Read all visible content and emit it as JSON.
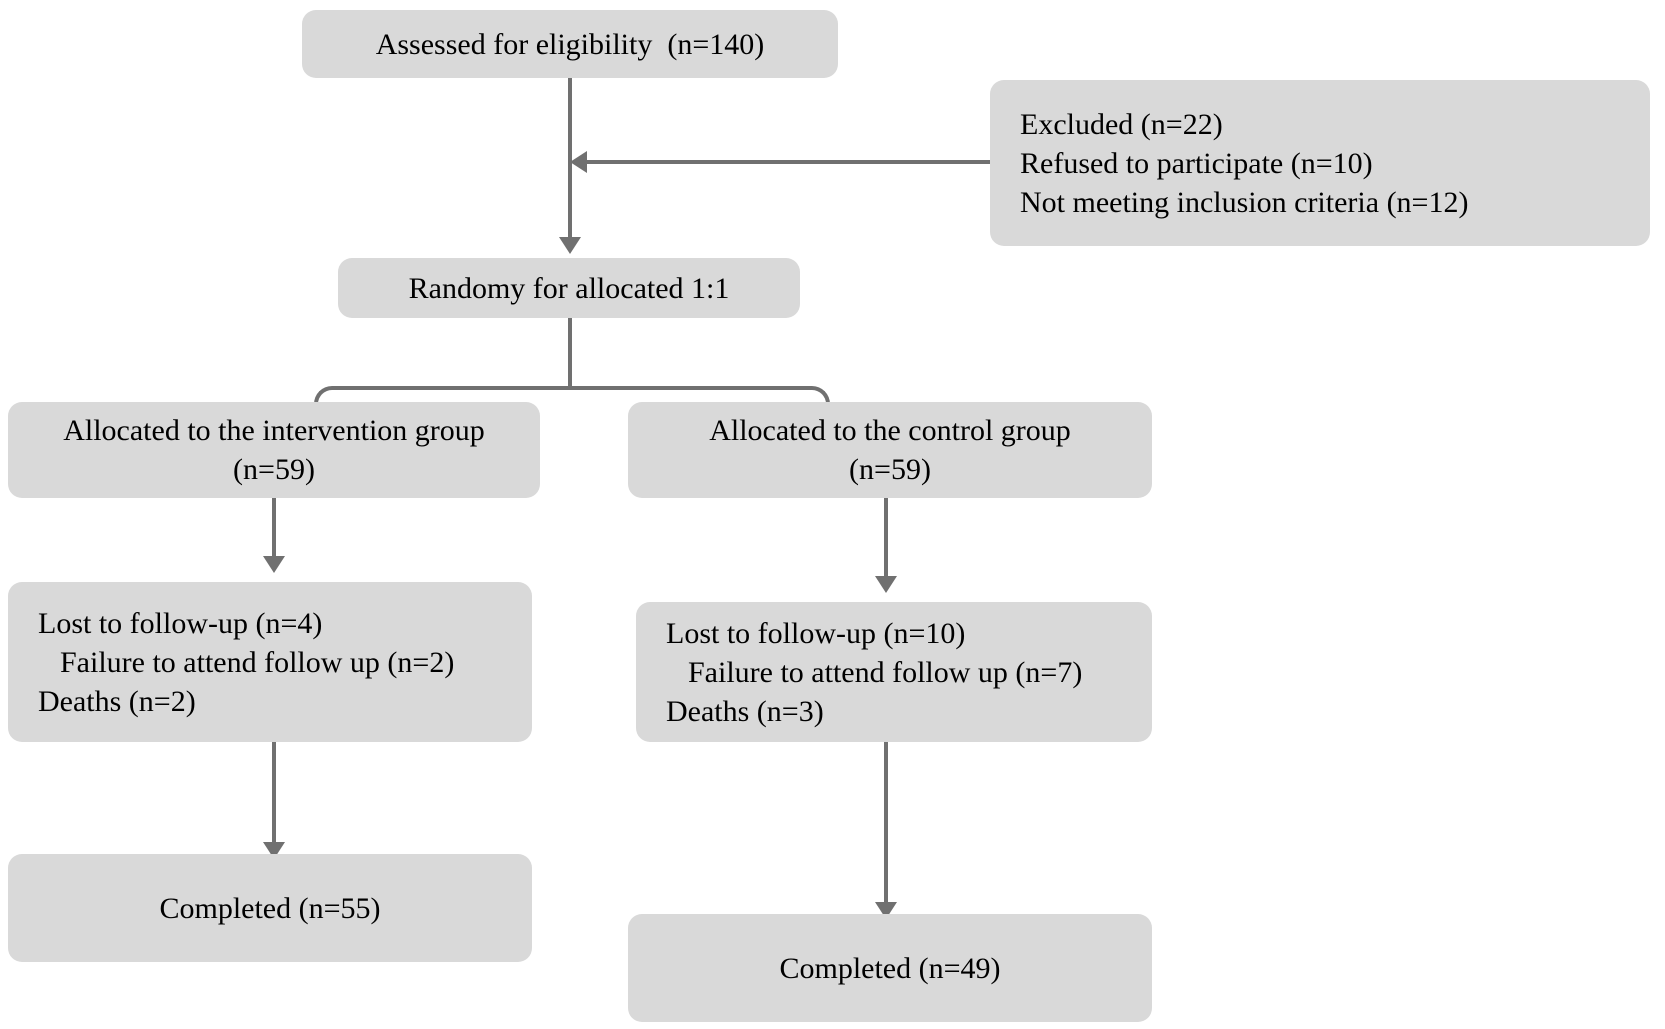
{
  "diagram": {
    "type": "consort-flow-diagram",
    "colors": {
      "box_fill": "#d9d9d9",
      "connector": "#707070",
      "text": "#000000",
      "background": "#ffffff"
    },
    "nodes": {
      "assessed": {
        "lines": [
          "Assessed for eligibility  (n=140)"
        ]
      },
      "excluded": {
        "lines": [
          "Excluded (n=22)",
          "Refused to participate (n=10)",
          "Not meeting inclusion criteria (n=12)"
        ]
      },
      "randomized": {
        "lines": [
          "Randomy for allocated 1:1"
        ]
      },
      "allocated_intervention": {
        "lines": [
          "Allocated to the intervention group",
          "(n=59)"
        ]
      },
      "allocated_control": {
        "lines": [
          "Allocated to the control group",
          "(n=59)"
        ]
      },
      "lost_intervention": {
        "lines": [
          "Lost to follow-up (n=4)",
          "Failure to attend follow up (n=2)",
          "Deaths (n=2)"
        ]
      },
      "lost_control": {
        "lines": [
          "Lost to follow-up (n=10)",
          "Failure to attend follow up (n=7)",
          "Deaths (n=3)"
        ]
      },
      "completed_intervention": {
        "lines": [
          "Completed (n=55)"
        ]
      },
      "completed_control": {
        "lines": [
          "Completed (n=49)"
        ]
      }
    },
    "connectors": {
      "assessed_to_randomized": "arrow-down",
      "excluded_to_trunk": "arrow-left",
      "randomized_split": "tree-branch",
      "intervention_alloc_to_lost": "arrow-down",
      "control_alloc_to_lost": "arrow-down",
      "intervention_lost_to_completed": "arrow-down",
      "control_lost_to_completed": "arrow-down"
    }
  }
}
